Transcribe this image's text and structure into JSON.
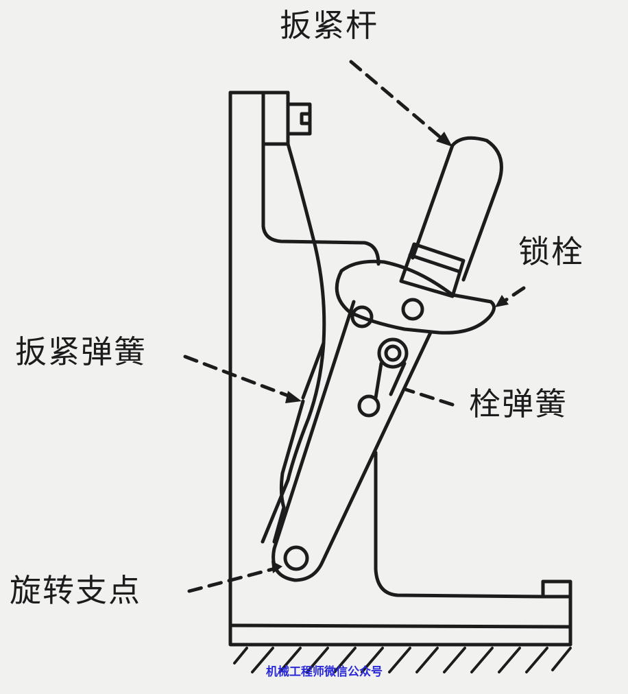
{
  "figure": {
    "type": "mechanical-schematic",
    "subject": "toggle clamp with latch"
  },
  "labels": {
    "clamp_lever": "扳紧杆",
    "latch": "锁栓",
    "clamp_spring": "扳紧弹簧",
    "latch_spring": "栓弹簧",
    "pivot_point": "旋转支点"
  },
  "watermark": "机械工程师微信公众号",
  "colors": {
    "background": "#f1f1f0",
    "line": "#1c1c1c",
    "watermark": "#2a2ad8"
  }
}
